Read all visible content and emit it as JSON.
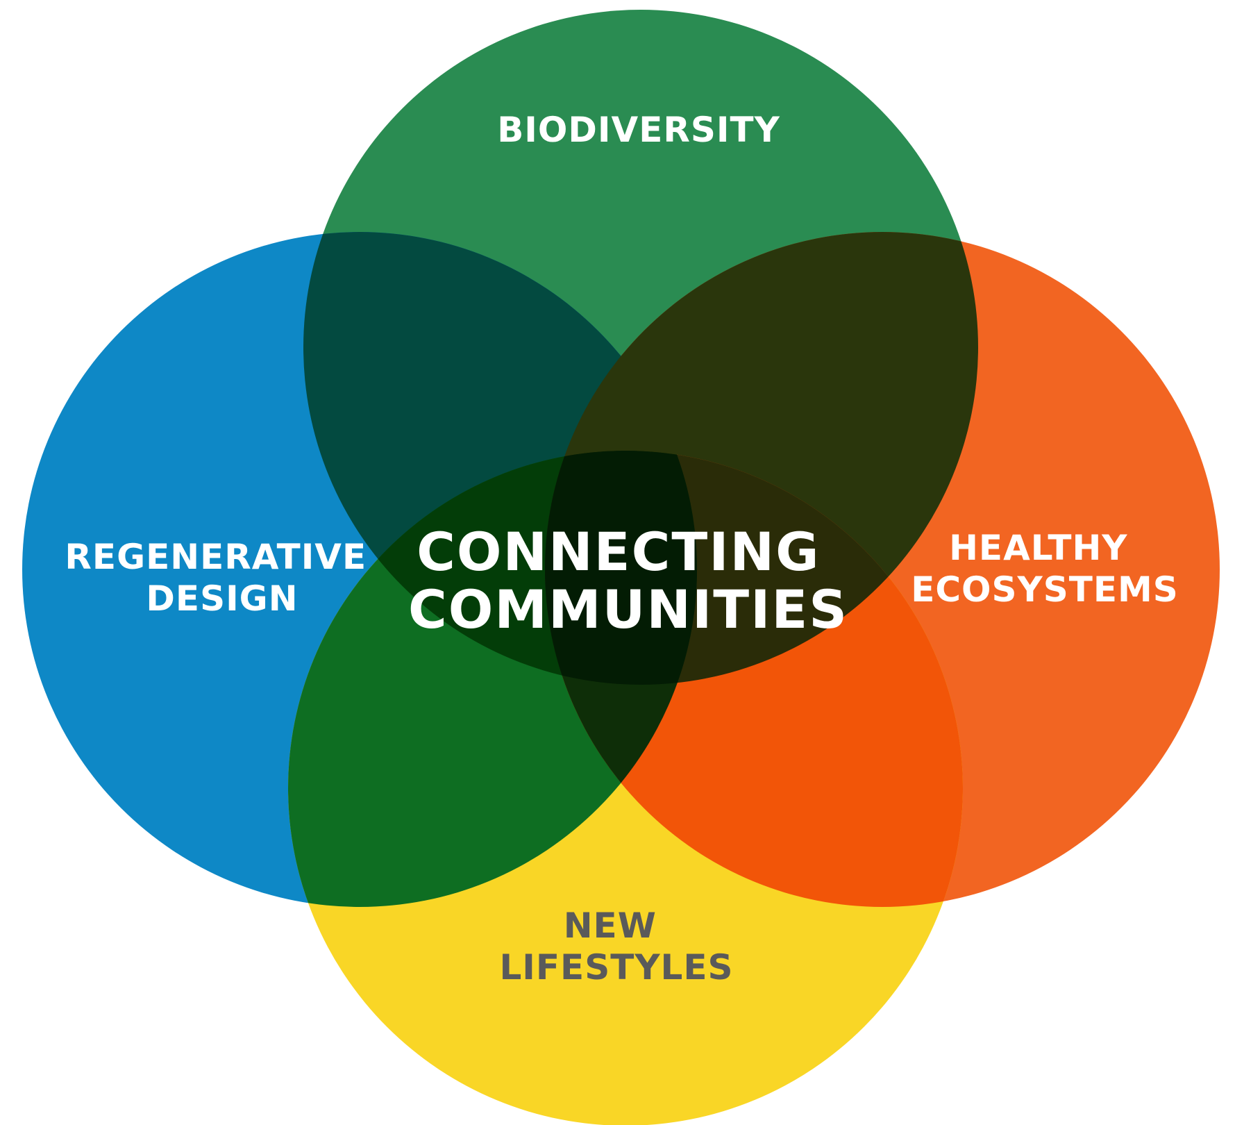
{
  "diagram": {
    "sets": [
      {
        "id": "biodiversity",
        "lines": [
          "BIODIVERSITY"
        ],
        "color": "#2A8C52",
        "text_color": "#FFFFFF"
      },
      {
        "id": "regenerative-design",
        "lines": [
          "REGENERATIVE",
          "DESIGN"
        ],
        "color": "#0E88C6",
        "text_color": "#FFFFFF"
      },
      {
        "id": "healthy-ecosystems",
        "lines": [
          "HEALTHY",
          "ECOSYSTEMS"
        ],
        "color": "#F26522",
        "text_color": "#FFFFFF"
      },
      {
        "id": "new-lifestyles",
        "lines": [
          "NEW",
          "LIFESTYLES"
        ],
        "color": "#F9D626",
        "text_color": "#5A5A5A"
      }
    ],
    "center": {
      "lines": [
        "CONNECTING",
        "COMMUNITIES"
      ],
      "text_color": "#FFFFFF"
    },
    "overlap_colors": {
      "biodiversity+regenerative-design": "#034A40",
      "biodiversity+healthy-ecosystems": "#2A360C",
      "regenerative-design+new-lifestyles": "#0E6E22",
      "healthy-ecosystems+new-lifestyles": "#F25508",
      "biodiversity+regenerative-design+new-lifestyles": "#033D08",
      "biodiversity+healthy-ecosystems+new-lifestyles": "#2A2C08",
      "regenerative-design+healthy-ecosystems+new-lifestyles": "#0E2E08",
      "all": "#031C04"
    }
  }
}
